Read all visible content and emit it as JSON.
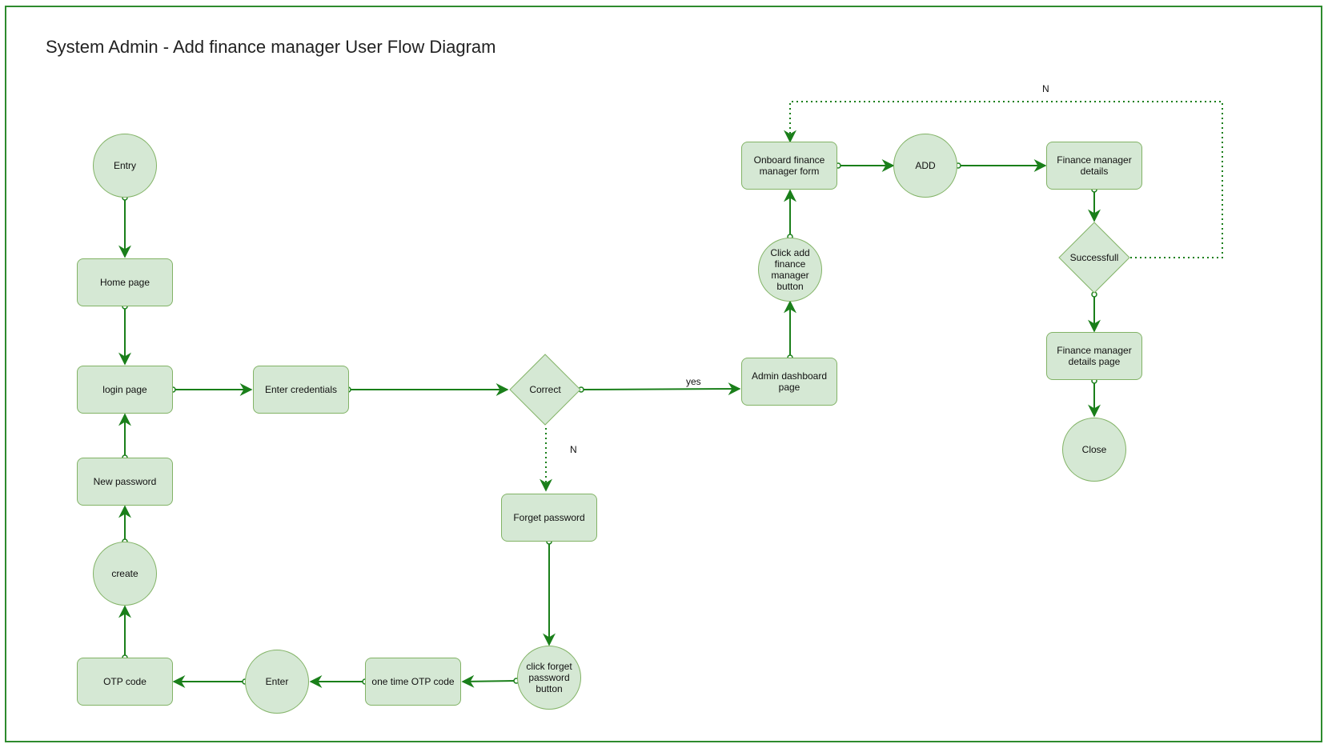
{
  "diagram": {
    "title": "System Admin - Add finance manager User Flow Diagram",
    "colors": {
      "frame": "#2e8b2e",
      "node_fill": "#d5e8d4",
      "node_stroke": "#82b366",
      "edge": "#1a7f1a"
    },
    "nodes": {
      "entry": "Entry",
      "home_page": "Home page",
      "login_page": "login page",
      "enter_credentials": "Enter credentials",
      "correct": "Correct",
      "new_password": "New password",
      "create": "create",
      "otp_code": "OTP code",
      "enter": "Enter",
      "one_time_otp_code": "one time OTP code",
      "click_forget_password_button": "click forget password button",
      "forget_password": "Forget password",
      "admin_dashboard_page": "Admin dashboard page",
      "click_add_finance_manager_button": "Click add finance manager button",
      "onboard_finance_manager_form": "Onboard finance manager form",
      "add": "ADD",
      "finance_manager_details": "Finance manager details",
      "successfull": "Successfull",
      "finance_manager_details_page": "Finance manager details page",
      "close": "Close"
    },
    "edge_labels": {
      "yes": "yes",
      "correct_no": "N",
      "successfull_no": "N"
    }
  }
}
